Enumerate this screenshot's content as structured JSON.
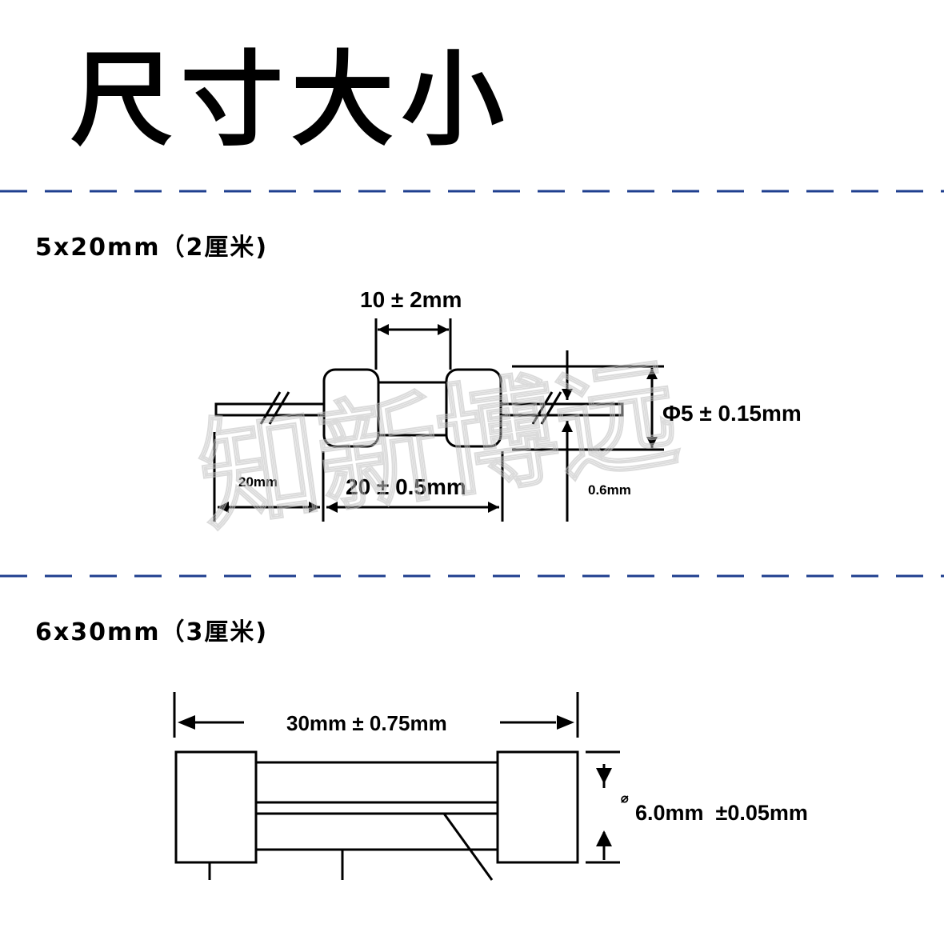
{
  "title": "尺寸大小",
  "accent_color": "#1f3f8f",
  "sections": [
    {
      "label": "5x20mm（2厘米)",
      "dimensions": {
        "cap_spacing": "10 ± 2mm",
        "diameter": "Φ5 ± 0.15mm",
        "lead_length": "20mm",
        "body_length": "20 ± 0.5mm",
        "lead_diameter": "0.6mm"
      },
      "watermark": "知新博远"
    },
    {
      "label": "6x30mm（3厘米)",
      "dimensions": {
        "body_length": "30mm ± 0.75mm",
        "diameter_prefix": "⌀",
        "diameter": "6.0mm  ±0.05mm"
      }
    }
  ]
}
